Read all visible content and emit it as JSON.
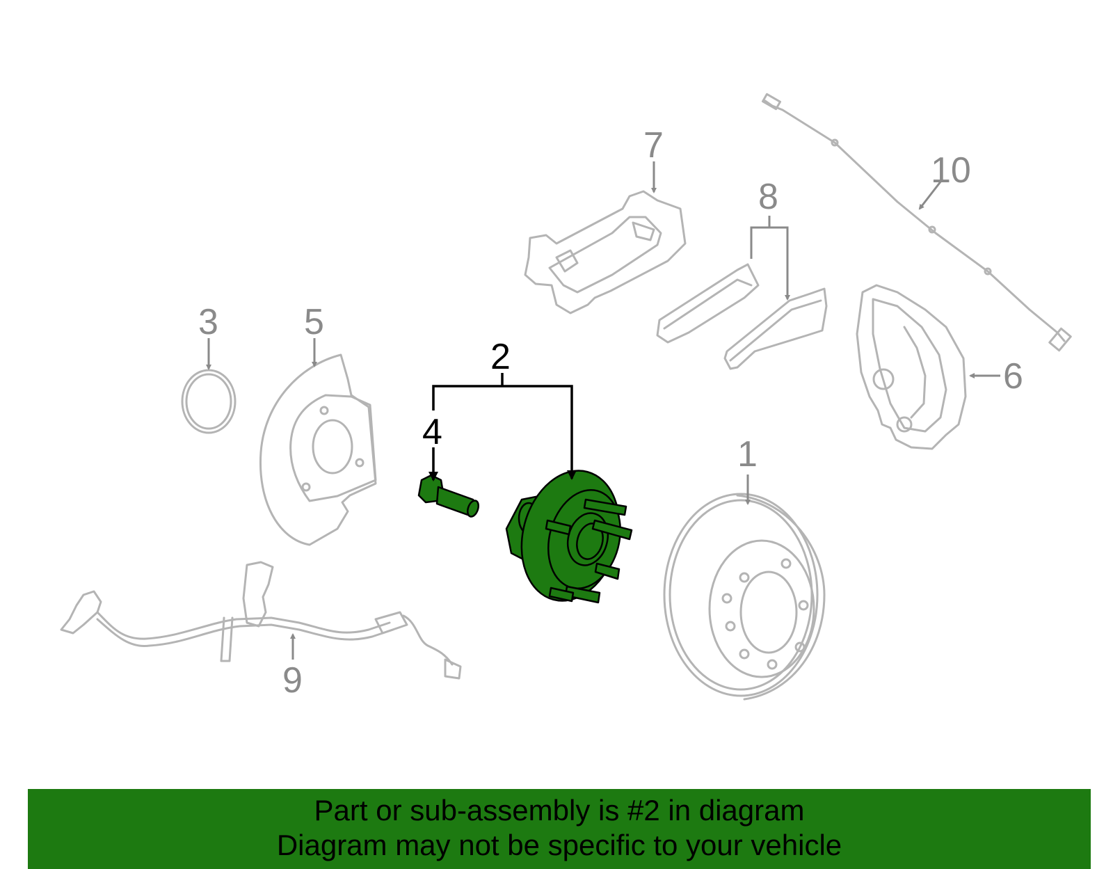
{
  "callouts": {
    "part_1": "1",
    "part_2": "2",
    "part_3": "3",
    "part_4": "4",
    "part_5": "5",
    "part_6": "6",
    "part_7": "7",
    "part_8": "8",
    "part_9": "9",
    "part_10": "10"
  },
  "highlighted_part": "2",
  "colors": {
    "highlight": "#1d7a11",
    "part_outline": "#b4b4b4",
    "callout_grey": "#8a8a8a",
    "banner_background": "#1d7a11"
  },
  "banner": {
    "line1": "Part or sub-assembly is #2 in diagram",
    "line2": "Diagram may not be specific to your vehicle"
  }
}
